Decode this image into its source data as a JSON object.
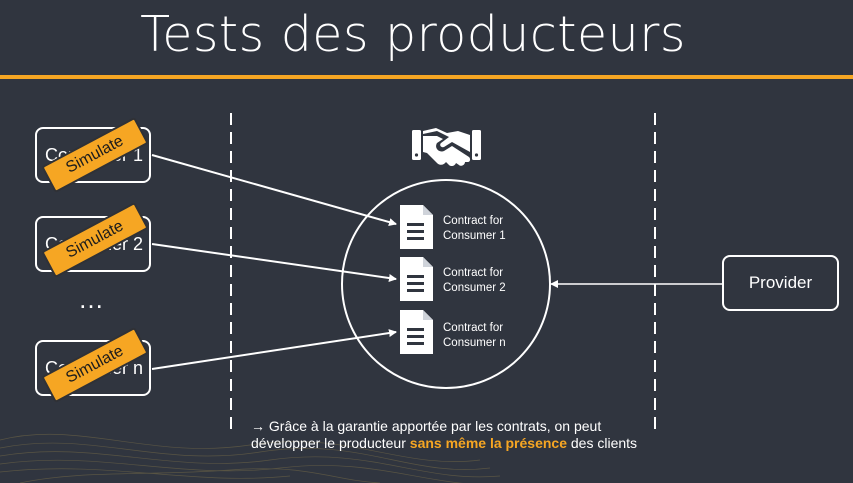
{
  "slide": {
    "title": "Tests des producteurs",
    "accent_color": "#f6a623",
    "background_color": "#30353f"
  },
  "consumers": [
    {
      "label": "Consumer 1",
      "badge": "Simulate"
    },
    {
      "label": "Consumer 2",
      "badge": "Simulate"
    },
    {
      "label": "Consumer n",
      "badge": "Simulate"
    }
  ],
  "ellipsis": "…",
  "center_icon": "handshake-icon",
  "contracts": [
    {
      "line1": "Contract for",
      "line2": "Consumer 1",
      "icon": "document-icon"
    },
    {
      "line1": "Contract for",
      "line2": "Consumer 2",
      "icon": "document-icon"
    },
    {
      "line1": "Contract for",
      "line2": "Consumer n",
      "icon": "document-icon"
    }
  ],
  "provider": {
    "label": "Provider"
  },
  "note": {
    "prefix": "→ Grâce à la garantie apportée par les contrats, on peut développer le producteur ",
    "highlight": "sans même la présence",
    "suffix": " des clients"
  }
}
